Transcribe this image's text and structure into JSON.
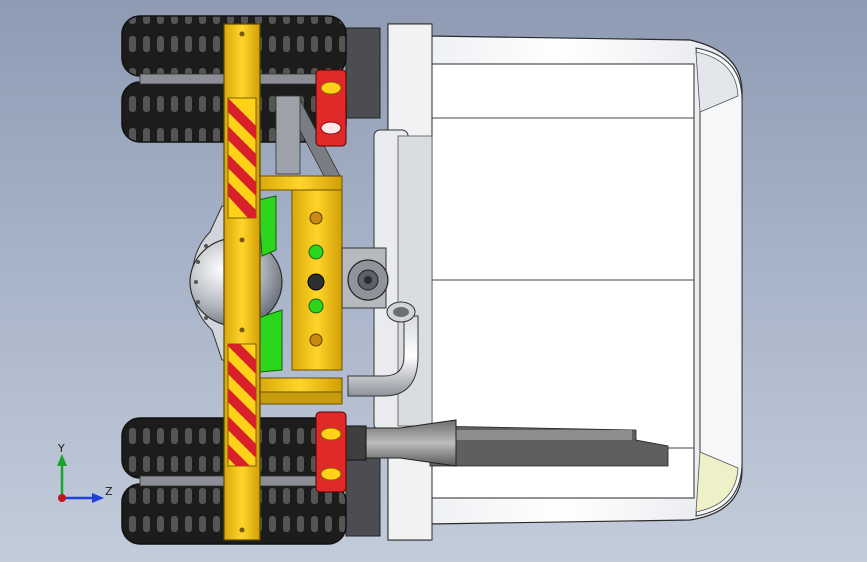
{
  "view": {
    "background_top": "#8e9bb3",
    "background_bottom": "#c3ccda",
    "model_description": "truck",
    "colors": {
      "cab": "#ffffff",
      "chassis_yellow": "#f2c40f",
      "chassis_shadow": "#c89a08",
      "stripe_red": "#d8202a",
      "tire": "#1e1e1e",
      "tire_tread": "#4a4a4a",
      "lamp": "#e02a2a",
      "lamp_lens": "#ffd21a",
      "green_part": "#2bd61c",
      "steel": "#b8bcc4",
      "duct": "#8a8a8a"
    }
  },
  "triad": {
    "x_axis_color": "#c0151a",
    "y_axis_color": "#1aa52a",
    "z_axis_color": "#1e3fd8",
    "y_label": "Y",
    "z_label": "Z"
  }
}
